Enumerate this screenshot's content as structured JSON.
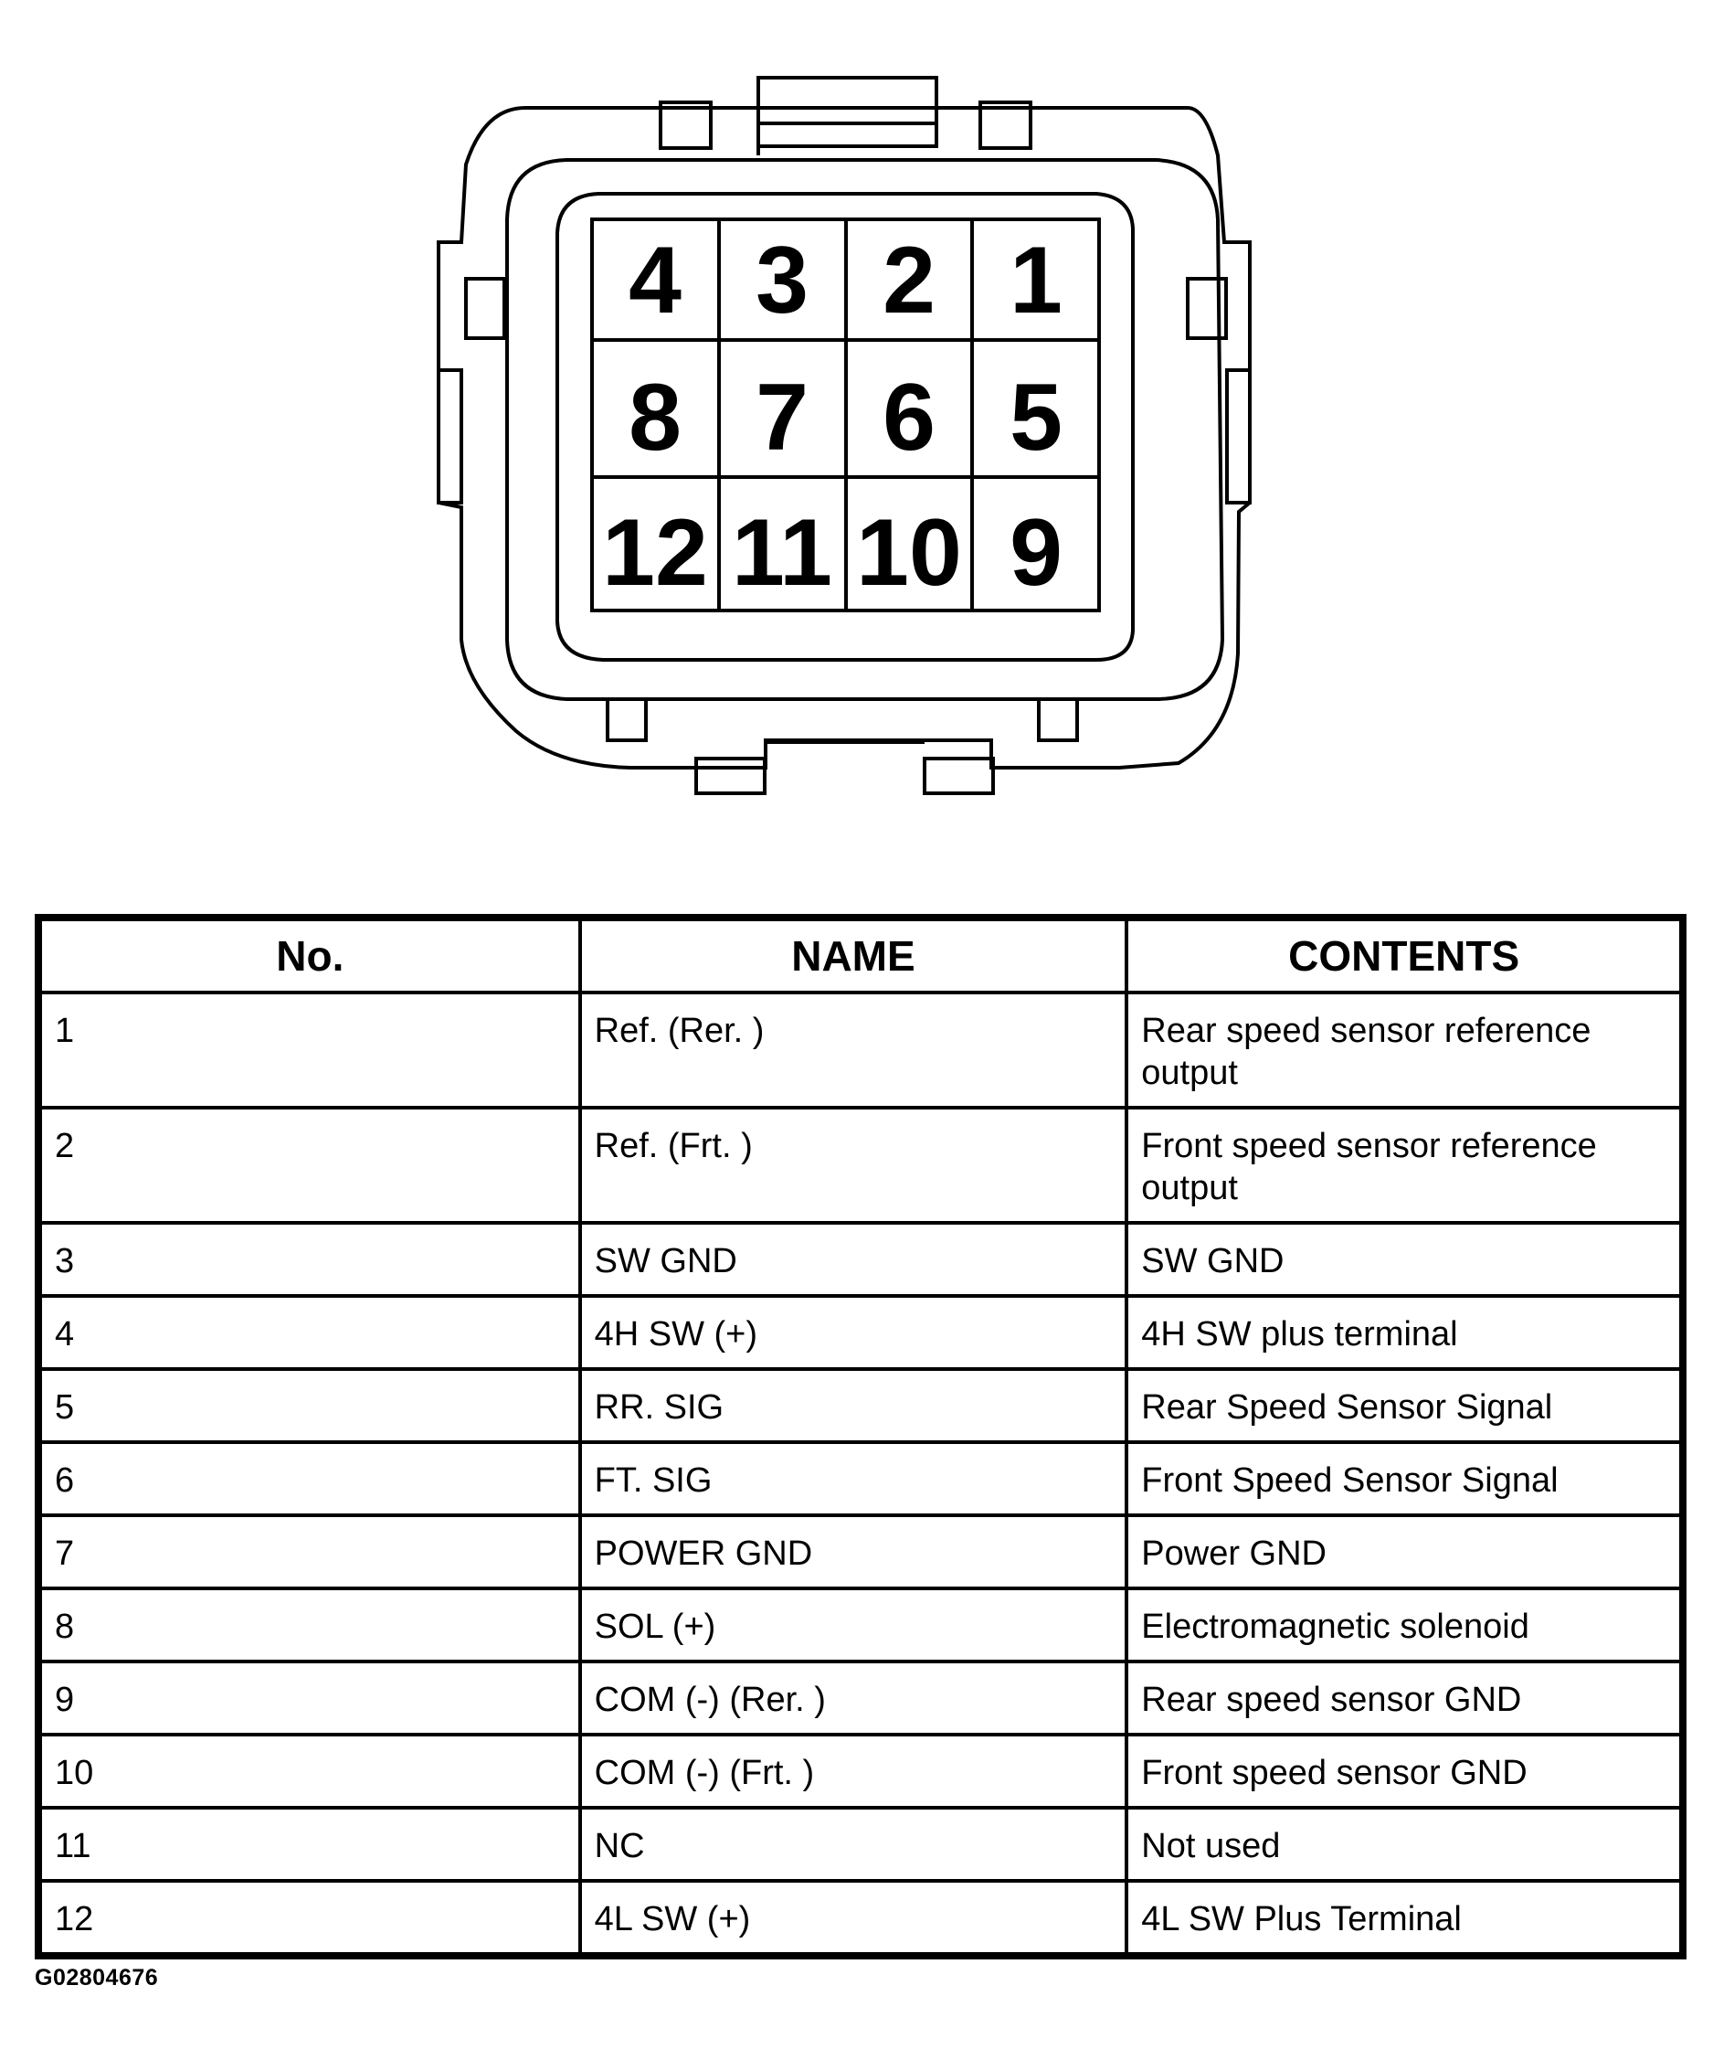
{
  "connector": {
    "pins": [
      [
        "4",
        "3",
        "2",
        "1"
      ],
      [
        "8",
        "7",
        "6",
        "5"
      ],
      [
        "12",
        "11",
        "10",
        "9"
      ]
    ]
  },
  "table": {
    "headers": {
      "no": "No.",
      "name": "NAME",
      "contents": "CONTENTS"
    },
    "rows": [
      {
        "no": "1",
        "name": "Ref. (Rer. )",
        "contents": "Rear speed sensor reference output"
      },
      {
        "no": "2",
        "name": "Ref. (Frt. )",
        "contents": "Front speed sensor reference output"
      },
      {
        "no": "3",
        "name": "SW GND",
        "contents": "SW GND"
      },
      {
        "no": "4",
        "name": "4H SW (+)",
        "contents": "4H SW plus terminal"
      },
      {
        "no": "5",
        "name": "RR. SIG",
        "contents": "Rear Speed Sensor Signal"
      },
      {
        "no": "6",
        "name": "FT. SIG",
        "contents": "Front Speed Sensor Signal"
      },
      {
        "no": "7",
        "name": "POWER GND",
        "contents": "Power GND"
      },
      {
        "no": "8",
        "name": "SOL (+)",
        "contents": "Electromagnetic solenoid"
      },
      {
        "no": "9",
        "name": "COM (-) (Rer. )",
        "contents": "Rear speed sensor GND"
      },
      {
        "no": "10",
        "name": "COM (-) (Frt. )",
        "contents": "Front speed sensor GND"
      },
      {
        "no": "11",
        "name": "NC",
        "contents": "Not used"
      },
      {
        "no": "12",
        "name": "4L SW (+)",
        "contents": "4L SW Plus Terminal"
      }
    ]
  },
  "figure_code": "G02804676"
}
